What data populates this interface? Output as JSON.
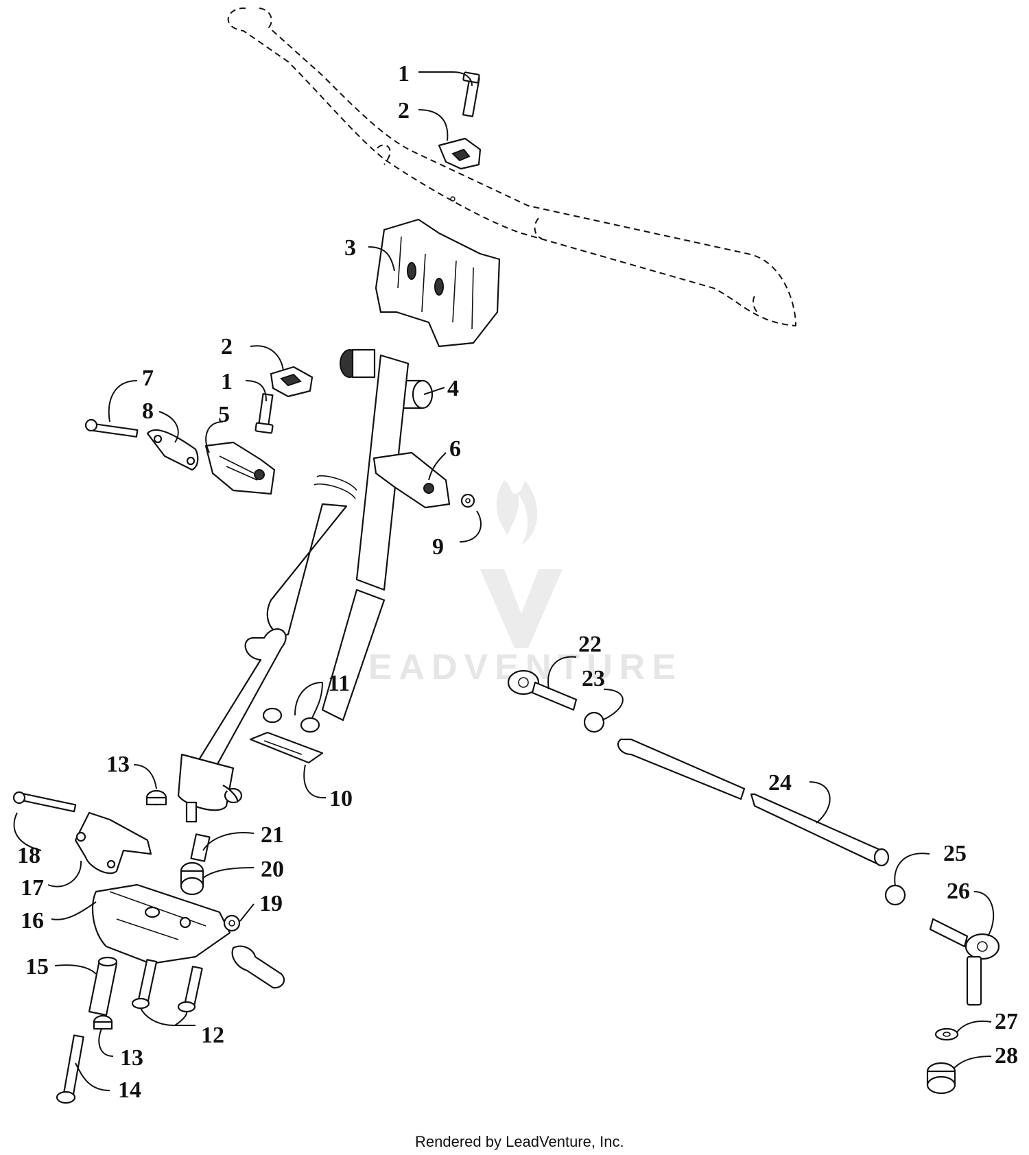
{
  "diagram": {
    "watermark_text": "LEADVENTURE",
    "credit": "Rendered by LeadVenture, Inc.",
    "callouts": [
      {
        "id": "c1a",
        "label": "1"
      },
      {
        "id": "c2a",
        "label": "2"
      },
      {
        "id": "c3",
        "label": "3"
      },
      {
        "id": "c2b",
        "label": "2"
      },
      {
        "id": "c1b",
        "label": "1"
      },
      {
        "id": "c4",
        "label": "4"
      },
      {
        "id": "c7",
        "label": "7"
      },
      {
        "id": "c8",
        "label": "8"
      },
      {
        "id": "c5",
        "label": "5"
      },
      {
        "id": "c6",
        "label": "6"
      },
      {
        "id": "c9",
        "label": "9"
      },
      {
        "id": "c11",
        "label": "11"
      },
      {
        "id": "c10",
        "label": "10"
      },
      {
        "id": "c13a",
        "label": "13"
      },
      {
        "id": "c18",
        "label": "18"
      },
      {
        "id": "c17",
        "label": "17"
      },
      {
        "id": "c16",
        "label": "16"
      },
      {
        "id": "c21",
        "label": "21"
      },
      {
        "id": "c20",
        "label": "20"
      },
      {
        "id": "c19",
        "label": "19"
      },
      {
        "id": "c15",
        "label": "15"
      },
      {
        "id": "c12",
        "label": "12"
      },
      {
        "id": "c13b",
        "label": "13"
      },
      {
        "id": "c14",
        "label": "14"
      },
      {
        "id": "c22",
        "label": "22"
      },
      {
        "id": "c23",
        "label": "23"
      },
      {
        "id": "c24",
        "label": "24"
      },
      {
        "id": "c25",
        "label": "25"
      },
      {
        "id": "c26",
        "label": "26"
      },
      {
        "id": "c27",
        "label": "27"
      },
      {
        "id": "c28",
        "label": "28"
      }
    ]
  }
}
